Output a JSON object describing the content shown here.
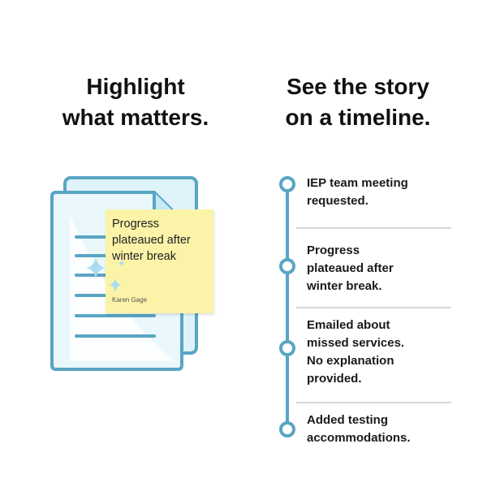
{
  "left": {
    "heading": [
      "Highlight",
      "what matters."
    ],
    "note": {
      "lines": [
        "Progress",
        "plateaued after",
        "winter break"
      ],
      "author": "Karen Gage"
    }
  },
  "right": {
    "heading": [
      "See the story",
      "on a timeline."
    ],
    "events": [
      {
        "lines": [
          "IEP team meeting",
          "requested."
        ]
      },
      {
        "lines": [
          "Progress",
          "plateaued after",
          "winter break."
        ]
      },
      {
        "lines": [
          "Emailed about",
          "missed services.",
          "No explanation",
          "provided."
        ]
      },
      {
        "lines": [
          "Added testing",
          "accommodations."
        ]
      }
    ]
  },
  "colors": {
    "accent": "#5aa5c4",
    "document_fill": "#e6f6fb",
    "sticky_note": "#fbf3a8",
    "sparkle": "#a9dcf0"
  }
}
